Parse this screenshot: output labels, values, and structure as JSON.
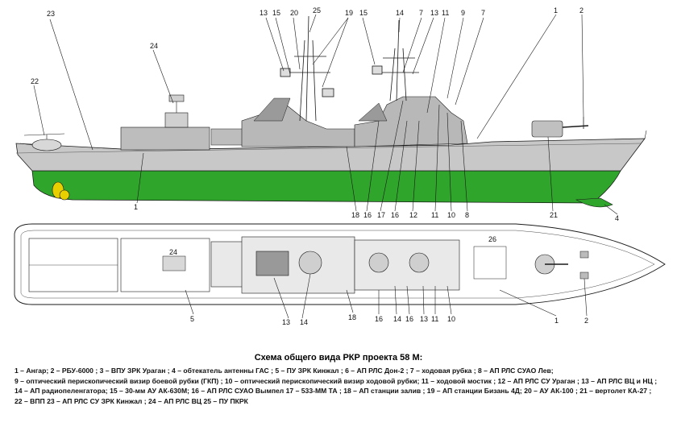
{
  "caption": {
    "title": "Схема общего вида РКР проекта 58 М:",
    "legend": [
      {
        "n": "1",
        "text": "Ангар;"
      },
      {
        "n": "2",
        "text": "РБУ-6000 ;"
      },
      {
        "n": "3",
        "text": "ВПУ ЗРК Ураган ;"
      },
      {
        "n": "4",
        "text": "обтекатель антенны ГАС ;"
      },
      {
        "n": "5",
        "text": "ПУ ЗРК Кинжал ;"
      },
      {
        "n": "6",
        "text": "АП РЛС Дон-2 ;"
      },
      {
        "n": "7",
        "text": "ходовая рубка ;"
      },
      {
        "n": "8",
        "text": "АП РЛС СУАО Лев;"
      },
      {
        "n": "9",
        "text": "оптический перископический визир боевой рубки (ГКП) ;"
      },
      {
        "n": "10",
        "text": "оптический перископический визир ходовой рубки;"
      },
      {
        "n": "11",
        "text": "ходовой мостик ;"
      },
      {
        "n": "12",
        "text": "АП РЛС СУ Ураган ;"
      },
      {
        "n": "13",
        "text": "АП РЛС ВЦ и НЦ ;"
      },
      {
        "n": "14",
        "text": "АП радиопеленгатора;"
      },
      {
        "n": "15",
        "text": "30-мм АУ АК-630М;"
      },
      {
        "n": "16",
        "text": "АП РЛС СУАО Вымпел"
      },
      {
        "n": "17",
        "text": "533-ММ ТА ;"
      },
      {
        "n": "18",
        "text": "АП станции залив ;"
      },
      {
        "n": "19",
        "text": "АП станции Бизань 4Д;"
      },
      {
        "n": "20",
        "text": "АУ АК-100 ;"
      },
      {
        "n": "21",
        "text": "вертолет КА-27 ;"
      },
      {
        "n": "22",
        "text": "ВПП"
      },
      {
        "n": "23",
        "text": "АП РЛС СУ ЗРК Кинжал ;"
      },
      {
        "n": "24",
        "text": "АП РЛС ВЦ"
      },
      {
        "n": "25",
        "text": "ПУ ПКРК"
      }
    ]
  },
  "side_view": {
    "labels": [
      "23",
      "24",
      "22",
      "13",
      "15",
      "20",
      "25",
      "19",
      "15",
      "14",
      "7",
      "13",
      "11",
      "9",
      "7",
      "1",
      "2",
      "1",
      "18",
      "16",
      "17",
      "16",
      "12",
      "11",
      "10",
      "8",
      "21",
      "4"
    ]
  },
  "plan_view": {
    "labels": [
      "24",
      "26",
      "5",
      "13",
      "14",
      "18",
      "16",
      "14",
      "16",
      "13",
      "11",
      "10",
      "1",
      "2"
    ]
  },
  "colors": {
    "hull": "#c8c8c8",
    "underwater": "#2fa52b",
    "propeller": "#e8d000",
    "line": "#1a1a1a"
  }
}
